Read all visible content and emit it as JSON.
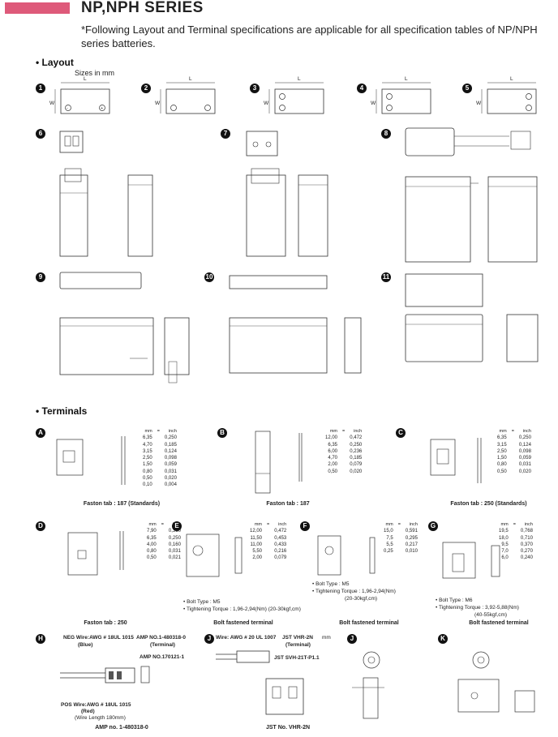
{
  "header": {
    "series_title": "NP,NPH SERIES",
    "note": "*Following Layout and Terminal specifications are applicable for all specification tables of NP/NPH series batteries."
  },
  "layout": {
    "heading": "• Layout",
    "sizes_note": "Sizes in mm",
    "labels": {
      "L": "L",
      "W": "W"
    },
    "badges": [
      "1",
      "2",
      "3",
      "4",
      "5",
      "6",
      "7",
      "8",
      "9",
      "10",
      "11"
    ]
  },
  "terminals": {
    "heading": "• Terminals",
    "badges": [
      "A",
      "B",
      "C",
      "D",
      "E",
      "F",
      "G",
      "H",
      "J",
      "K"
    ],
    "col_mm": "mm",
    "col_eq": "=",
    "col_inch": "inch",
    "A": {
      "caption": "Faston tab : 187 (Standards)",
      "rows": [
        [
          "6,35",
          "0,250"
        ],
        [
          "4,70",
          "0,185"
        ],
        [
          "3,15",
          "0,124"
        ],
        [
          "2,50",
          "0,098"
        ],
        [
          "1,50",
          "0,059"
        ],
        [
          "0,80",
          "0,031"
        ],
        [
          "0,50",
          "0,020"
        ],
        [
          "0,10",
          "0,004"
        ]
      ]
    },
    "B": {
      "caption": "Faston tab : 187",
      "rows": [
        [
          "12,00",
          "0,472"
        ],
        [
          "6,35",
          "0,250"
        ],
        [
          "6,00",
          "0,236"
        ],
        [
          "4,70",
          "0,185"
        ],
        [
          "2,00",
          "0,079"
        ],
        [
          "0,50",
          "0,020"
        ]
      ]
    },
    "C": {
      "caption": "Faston tab : 250 (Standards)",
      "rows": [
        [
          "6,35",
          "0,250"
        ],
        [
          "3,15",
          "0,124"
        ],
        [
          "2,50",
          "0,098"
        ],
        [
          "1,50",
          "0,059"
        ],
        [
          "0,80",
          "0,031"
        ],
        [
          "0,50",
          "0,020"
        ]
      ]
    },
    "D": {
      "caption": "Faston tab : 250",
      "rows": [
        [
          "7,90",
          "0,310"
        ],
        [
          "6,35",
          "0,250"
        ],
        [
          "4,00",
          "0,160"
        ],
        [
          "0,80",
          "0,031"
        ],
        [
          "0,50",
          "0,021"
        ]
      ]
    },
    "E": {
      "caption": "Bolt fastened terminal",
      "rows": [
        [
          "12,00",
          "0,472"
        ],
        [
          "11,50",
          "0,453"
        ],
        [
          "11,00",
          "0,433"
        ],
        [
          "5,50",
          "0,216"
        ],
        [
          "2,00",
          "0,079"
        ]
      ],
      "bolt": "• Bolt Type : M5",
      "torque": "• Tightening Torque : 1,96-2,94(Nm) (20-30kgf,cm)"
    },
    "F": {
      "caption": "Bolt fastened terminal",
      "rows": [
        [
          "15,0",
          "0,591"
        ],
        [
          "7,5",
          "0,295"
        ],
        [
          "5,5",
          "0,217"
        ],
        [
          "0,25",
          "0,010"
        ]
      ],
      "bolt": "• Bolt Type : M5",
      "torque": "• Tightening Torque : 1,96-2,94(Nm)",
      "torque2": "(20-30kgf,cm)"
    },
    "G": {
      "caption": "Bolt fastened terminal",
      "rows": [
        [
          "19,5",
          "0,768"
        ],
        [
          "18,0",
          "0,710"
        ],
        [
          "9,5",
          "0,370"
        ],
        [
          "7,0",
          "0,270"
        ],
        [
          "6,0",
          "0,240"
        ]
      ],
      "bolt": "• Bolt Type : M6",
      "torque": "• Tightening Torque : 3,92-5,88(Nm)",
      "torque2": "(40-55kgf,cm)"
    },
    "H": {
      "neg_wire": "NEG Wire:AWG # 18UL 1015",
      "neg_color": "(Blue)",
      "amp_terminal": "AMP NO.1-480318-0",
      "amp_terminal_sub": "(Terminal)",
      "amp_no2": "AMP NO.170121-1",
      "pos_wire": "POS Wire:AWG # 18UL 1015",
      "pos_color": "(Red)",
      "length": "(Wire Length 180mm)",
      "caption": "AMP no. 1-480318-0"
    },
    "I": {
      "wire": "Wire: AWG # 20 UL 1007",
      "jst": "JST VHR-2N",
      "jst_sub": "(Terminal)",
      "jst2": "JST SVH-21T-P1.1",
      "unit": "mm",
      "caption": "JST No. VHR-2N"
    }
  }
}
